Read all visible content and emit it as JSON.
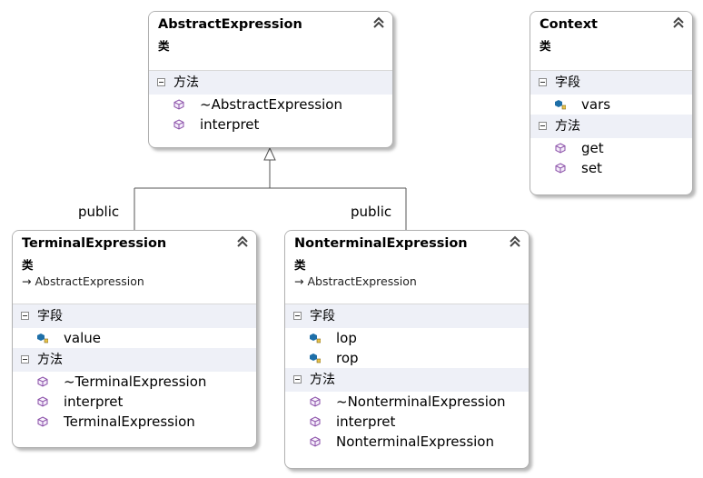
{
  "abstract_expression": {
    "name": "AbstractExpression",
    "stereotype": "类",
    "methods_label": "方法",
    "methods": [
      "~AbstractExpression",
      "interpret"
    ]
  },
  "context": {
    "name": "Context",
    "stereotype": "类",
    "fields_label": "字段",
    "fields": [
      "vars"
    ],
    "methods_label": "方法",
    "methods": [
      "get",
      "set"
    ]
  },
  "terminal_expression": {
    "name": "TerminalExpression",
    "stereotype": "类",
    "base": "AbstractExpression",
    "fields_label": "字段",
    "fields": [
      "value"
    ],
    "methods_label": "方法",
    "methods": [
      "~TerminalExpression",
      "interpret",
      "TerminalExpression"
    ]
  },
  "nonterminal_expression": {
    "name": "NonterminalExpression",
    "stereotype": "类",
    "base": "AbstractExpression",
    "fields_label": "字段",
    "fields": [
      "lop",
      "rop"
    ],
    "methods_label": "方法",
    "methods": [
      "~NonterminalExpression",
      "interpret",
      "NonterminalExpression"
    ]
  },
  "relations": {
    "terminal_label": "public",
    "nonterminal_label": "public"
  },
  "icons": {
    "collapse": "double-chevron-up-icon",
    "method": "method-cube-icon",
    "field": "field-icon",
    "inheritance_arrow": "right-arrow-icon"
  },
  "colors": {
    "method_icon": "#8a4fa8",
    "field_icon": "#1e6fa8",
    "section_background": "#eef0f7",
    "border": "#b0b0b0"
  }
}
